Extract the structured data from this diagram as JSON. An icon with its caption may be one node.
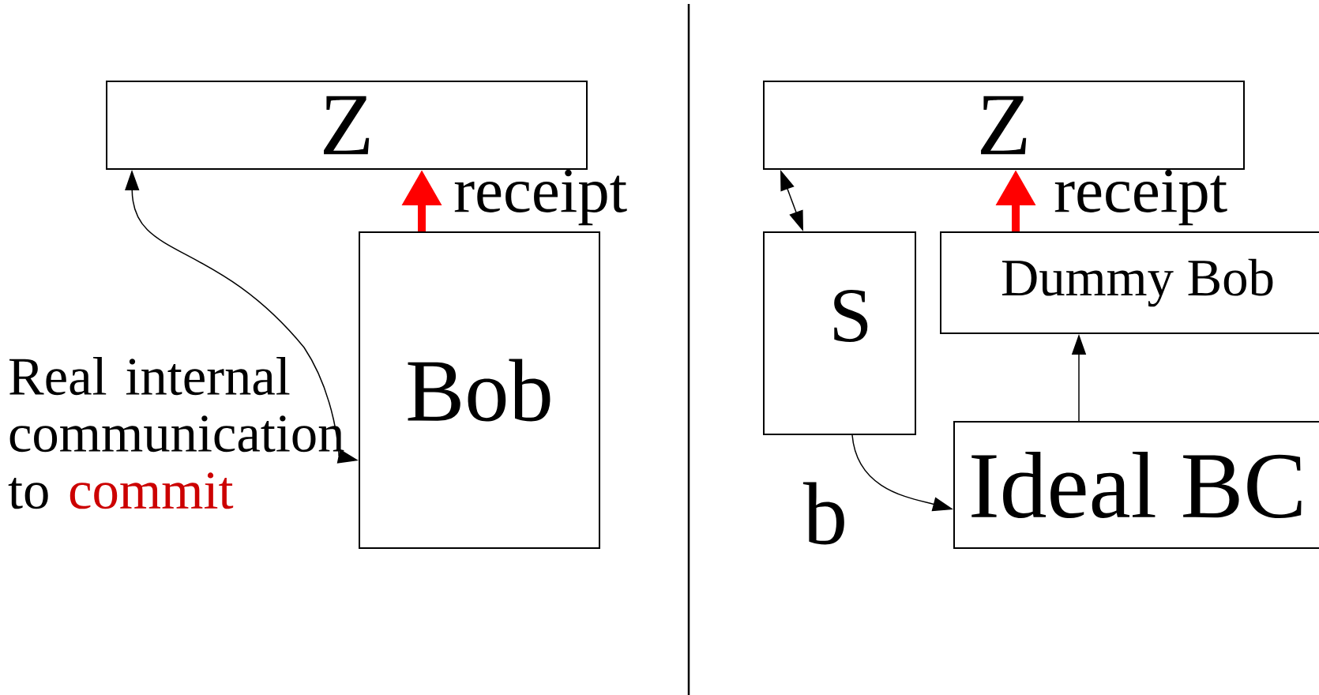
{
  "diagram": {
    "nodes": [
      {
        "text": [
          "Z"
        ]
      },
      {
        "text": [
          "Bob"
        ]
      },
      {
        "text": [
          "Z"
        ]
      },
      {
        "text": [
          "S"
        ]
      },
      {
        "text": [
          "Dummy Bob"
        ]
      },
      {
        "text": [
          "Ideal BC"
        ]
      }
    ],
    "edges": [
      {
        "from": 1,
        "to": 0,
        "arrow": "to",
        "label": "receipt",
        "style": "thick",
        "color": "#ff0000"
      },
      {
        "from": 1,
        "to": 0,
        "arrow": "both"
      },
      {
        "from": 3,
        "to": 2,
        "arrow": "both"
      },
      {
        "from": 4,
        "to": 2,
        "arrow": "to",
        "label": "receipt",
        "style": "thick",
        "color": "#ff0000"
      },
      {
        "from": 5,
        "to": 4,
        "arrow": "to"
      },
      {
        "from": 3,
        "to": 5,
        "arrow": "to"
      }
    ],
    "labels": [
      "Real internal communication to",
      "commit",
      "b"
    ]
  }
}
